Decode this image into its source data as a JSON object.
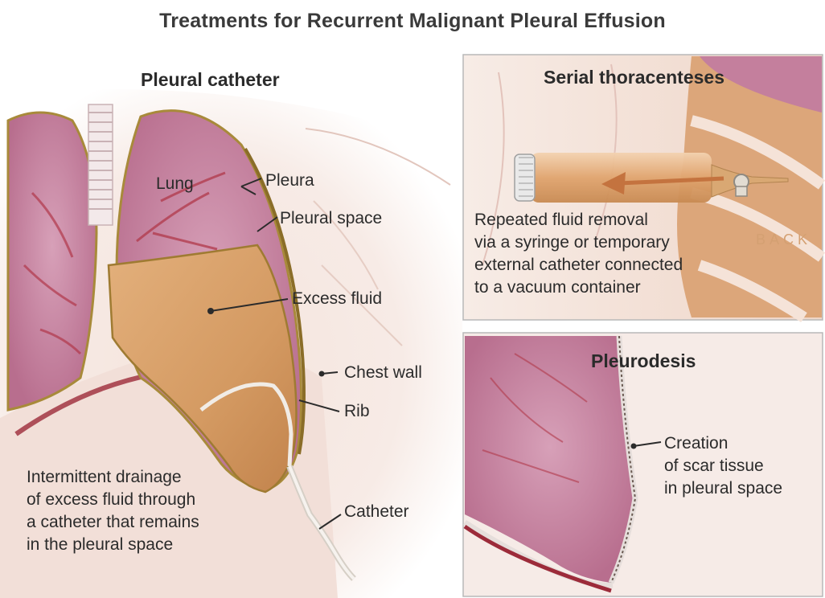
{
  "title": "Treatments for Recurrent Malignant Pleural Effusion",
  "pleural_catheter": {
    "header": "Pleural catheter",
    "labels": {
      "lung": "Lung",
      "pleura": "Pleura",
      "pleural_space": "Pleural space",
      "excess_fluid": "Excess fluid",
      "chest_wall": "Chest wall",
      "rib": "Rib",
      "catheter": "Catheter"
    },
    "description": [
      "Intermittent drainage",
      "of excess fluid through",
      "a catheter that remains",
      "in the pleural space"
    ]
  },
  "serial_thoracenteses": {
    "header": "Serial thoracenteses",
    "back_label": "BACK",
    "description": [
      "Repeated fluid removal",
      "via a syringe or temporary",
      "external catheter connected",
      "to a vacuum container"
    ]
  },
  "pleurodesis": {
    "header": "Pleurodesis",
    "description": [
      "Creation",
      "of scar tissue",
      "in pleural space"
    ]
  },
  "colors": {
    "lung": "#c9839f",
    "fluid": "#d8a06b",
    "pleura": "#a88a3a",
    "skin": "#f3e6df",
    "vessel": "#b0384a",
    "panel_border": "#b8b8b8"
  }
}
